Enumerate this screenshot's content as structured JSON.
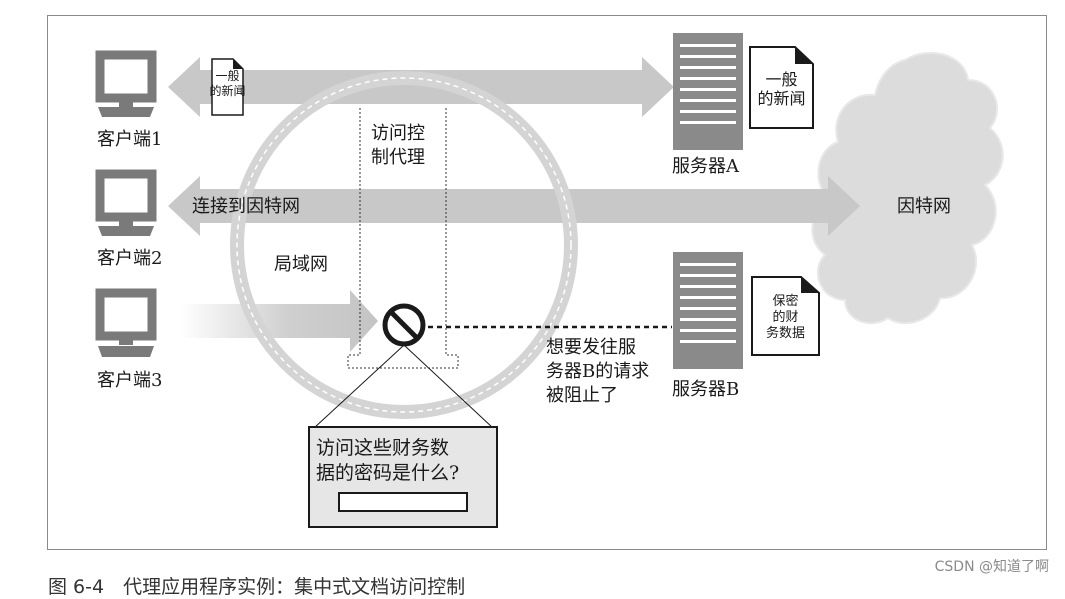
{
  "clients": [
    {
      "label": "客户端1"
    },
    {
      "label": "客户端2"
    },
    {
      "label": "客户端3"
    }
  ],
  "servers": [
    {
      "label": "服务器A",
      "doc": "一般的新闻"
    },
    {
      "label": "服务器B",
      "doc": "保密的财务数据"
    }
  ],
  "client1_doc": {
    "line1": "一般",
    "line2": "的新闻"
  },
  "server_a_doc": {
    "line1": "一般",
    "line2": "的新闻"
  },
  "server_b_doc": {
    "line1": "保密",
    "line2": "的财",
    "line3": "务数据"
  },
  "proxy_label": {
    "line1": "访问控",
    "line2": "制代理"
  },
  "connect_label": "连接到因特网",
  "lan_label": "局域网",
  "internet_label": "因特网",
  "blocked_label": {
    "line1": "想要发往服",
    "line2": "务器B的请求",
    "line3": "被阻止了"
  },
  "dialog": {
    "line1": "访问这些财务数",
    "line2": "据的密码是什么?",
    "input_value": ""
  },
  "caption": "图 6-4　代理应用程序实例：集中式文档访问控制",
  "watermark": "CSDN @知道了啊",
  "colors": {
    "arrow": "#c8c8c8",
    "monitor": "#7a7a7a",
    "server": "#8a8a8a",
    "ring": "#d4d4d4",
    "cloud": "#dcdcdc",
    "dialog": "#e6e6e6"
  }
}
